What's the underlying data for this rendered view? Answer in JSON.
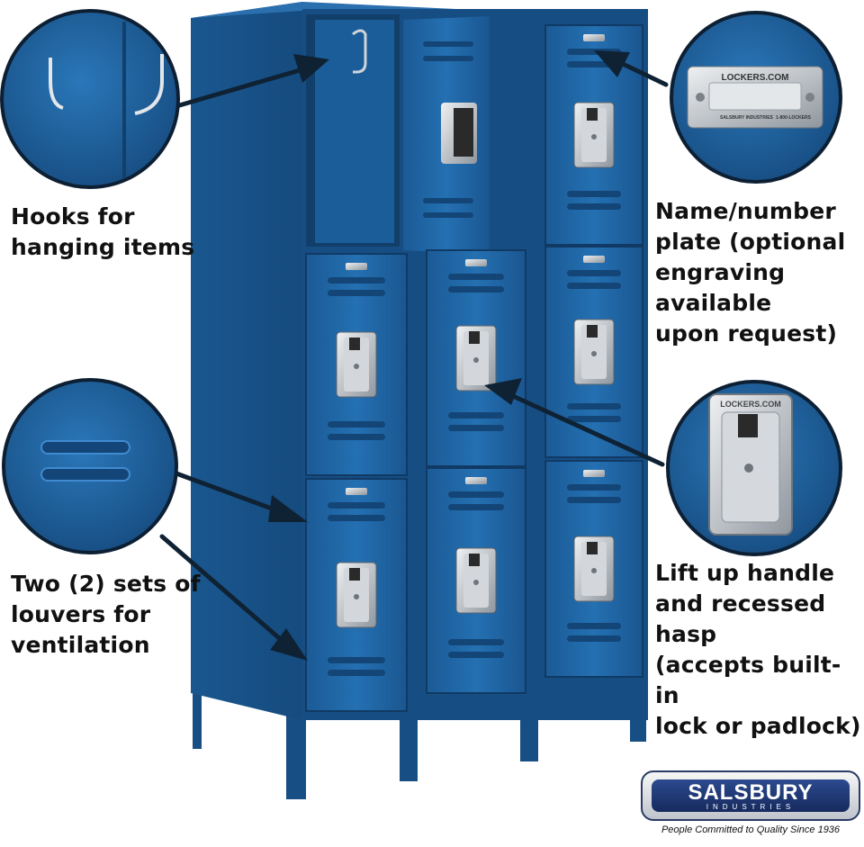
{
  "callouts": {
    "hooks": "Hooks for\nhanging items",
    "nameplate": "Name/number\nplate (optional\nengraving available\nupon request)",
    "louvers": "Two (2) sets of\nlouvers for\nventilation",
    "handle": "Lift up handle\nand recessed hasp\n(accepts built-in\nlock or padlock)"
  },
  "nameplate_detail": {
    "brand": "LOCKERS.COM",
    "maker": "SALSBURY INDUSTRIES",
    "phone": "1-800-LOCKERS"
  },
  "handle_detail": {
    "brand": "LOCKERS.COM"
  },
  "logo": {
    "name": "SALSBURY",
    "sub": "INDUSTRIES",
    "tagline": "People Committed to Quality Since 1936"
  },
  "colors": {
    "locker_blue": "#1e5f9a",
    "locker_dark": "#123f6b",
    "steel": "#c9ced4",
    "text": "#111111"
  },
  "icons": [
    "coat-hook-icon",
    "name-plate-icon",
    "louver-icon",
    "handle-hasp-icon"
  ]
}
